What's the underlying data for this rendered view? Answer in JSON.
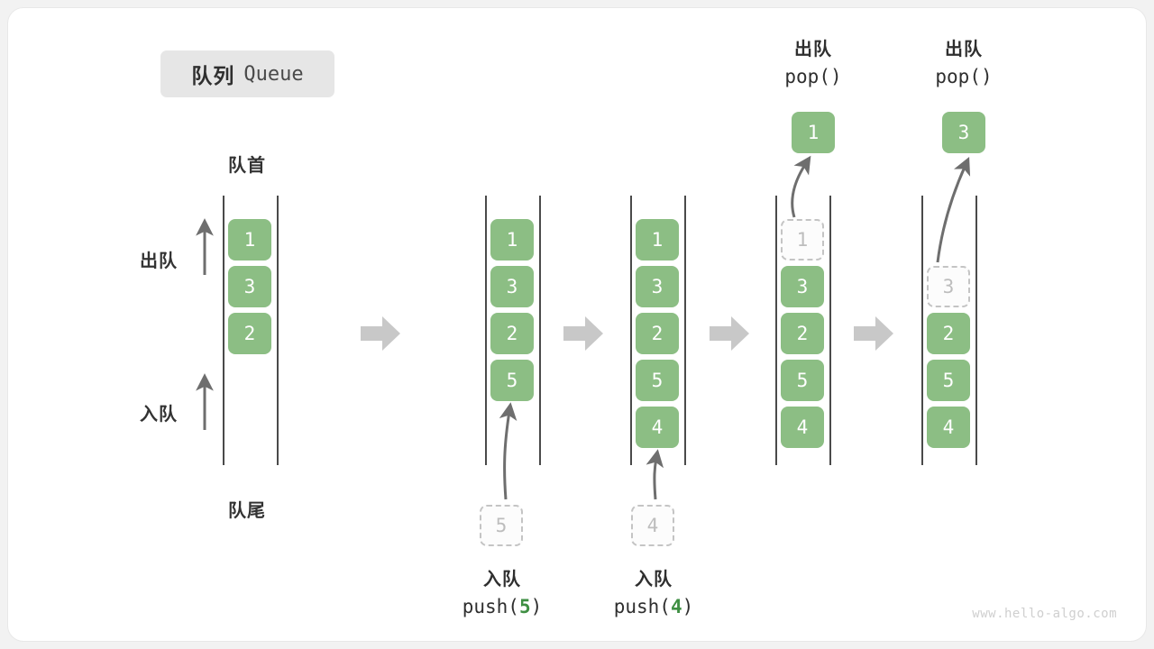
{
  "title": {
    "cn": "队列",
    "en": "Queue"
  },
  "labels": {
    "head": "队首",
    "tail": "队尾",
    "dequeue": "出队",
    "enqueue": "入队"
  },
  "colors": {
    "element_fill": "#8cbe84",
    "element_text": "#ffffff",
    "ghost_border": "#c4c4c4",
    "ghost_text": "#bdbdbd",
    "rail": "#4a4a4a",
    "step_arrow": "#c8c8c8",
    "accent_code": "#3f8f43",
    "badge_bg": "#e6e6e6",
    "card_bg": "#ffffff",
    "page_bg": "#f2f2f2"
  },
  "panels": [
    {
      "id": "initial",
      "elements": [
        "1",
        "3",
        "2"
      ],
      "ghost_top": null,
      "incoming": null
    },
    {
      "id": "after-push-5",
      "elements": [
        "1",
        "3",
        "2",
        "5"
      ],
      "ghost_top": null,
      "incoming": "5"
    },
    {
      "id": "after-push-4",
      "elements": [
        "1",
        "3",
        "2",
        "5",
        "4"
      ],
      "ghost_top": null,
      "incoming": "4"
    },
    {
      "id": "after-pop-1",
      "elements": [
        "3",
        "2",
        "5",
        "4"
      ],
      "ghost_top": "1",
      "popped": "1"
    },
    {
      "id": "after-pop-3",
      "elements": [
        "2",
        "5",
        "4"
      ],
      "ghost_top": "3",
      "popped": "3"
    }
  ],
  "operations": {
    "push_5": {
      "cn": "入队",
      "code_prefix": "push(",
      "code_value": "5",
      "code_suffix": ")",
      "ghost_value": "5"
    },
    "push_4": {
      "cn": "入队",
      "code_prefix": "push(",
      "code_value": "4",
      "code_suffix": ")",
      "ghost_value": "4"
    },
    "pop_1": {
      "cn": "出队",
      "code": "pop()",
      "result": "1"
    },
    "pop_3": {
      "cn": "出队",
      "code": "pop()",
      "result": "3"
    }
  },
  "watermark": "www.hello-algo.com"
}
